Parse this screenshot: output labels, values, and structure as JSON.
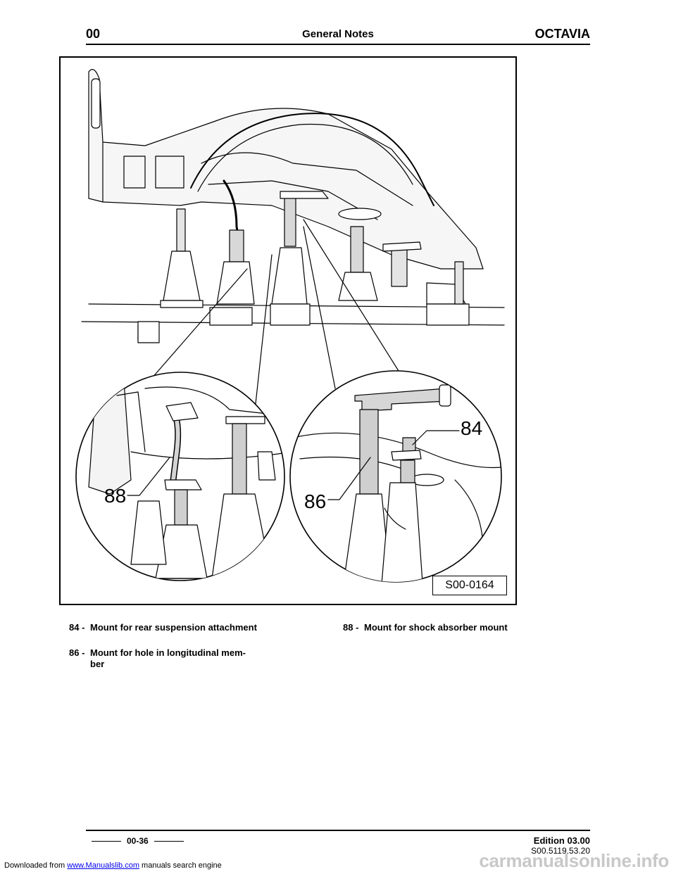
{
  "header": {
    "section": "00",
    "title": "General Notes",
    "model": "OCTAVIA"
  },
  "figure": {
    "code": "S00-0164",
    "callouts": [
      "84",
      "86",
      "88"
    ]
  },
  "legend": [
    {
      "num": "84 -",
      "text": "Mount for rear suspension attachment"
    },
    {
      "num": "86 -",
      "text": "Mount for hole in longitudinal mem-"
    },
    {
      "num": "",
      "text": "ber"
    },
    {
      "num": "88 -",
      "text": "Mount for shock absorber mount"
    }
  ],
  "footer": {
    "page": "00-36",
    "edition": "Edition 03.00",
    "doc_code": "S00.5119.53.20"
  },
  "download": {
    "prefix": "Downloaded from",
    "link": "www.Manualslib.com",
    "suffix": "manuals search engine"
  },
  "watermark": "carmanualsonline.info"
}
